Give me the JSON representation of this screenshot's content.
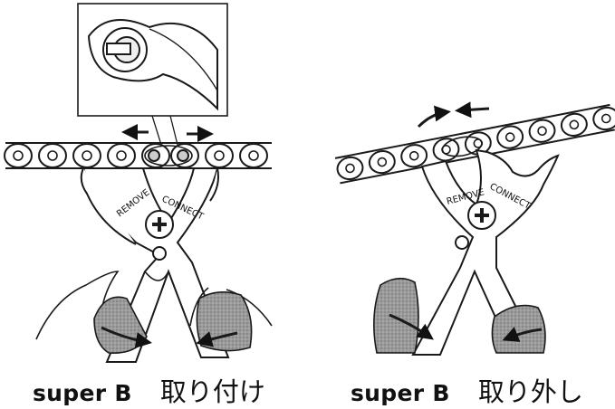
{
  "left_panel": {
    "tool_label_remove": "REMOVE",
    "tool_label_connect": "CONNECT",
    "caption_brand": "super B",
    "caption_action": "取り付け"
  },
  "right_panel": {
    "tool_label_remove": "REMOVE",
    "tool_label_connect": "CONNECT",
    "caption_brand": "super B",
    "caption_action": "取り外し"
  },
  "colors": {
    "line": "#1a1a1a",
    "glove": "#8f8f8f",
    "background": "#ffffff"
  },
  "icons": [
    "arrow-left-icon",
    "arrow-right-icon",
    "curved-arrow-icon",
    "screw-icon"
  ]
}
